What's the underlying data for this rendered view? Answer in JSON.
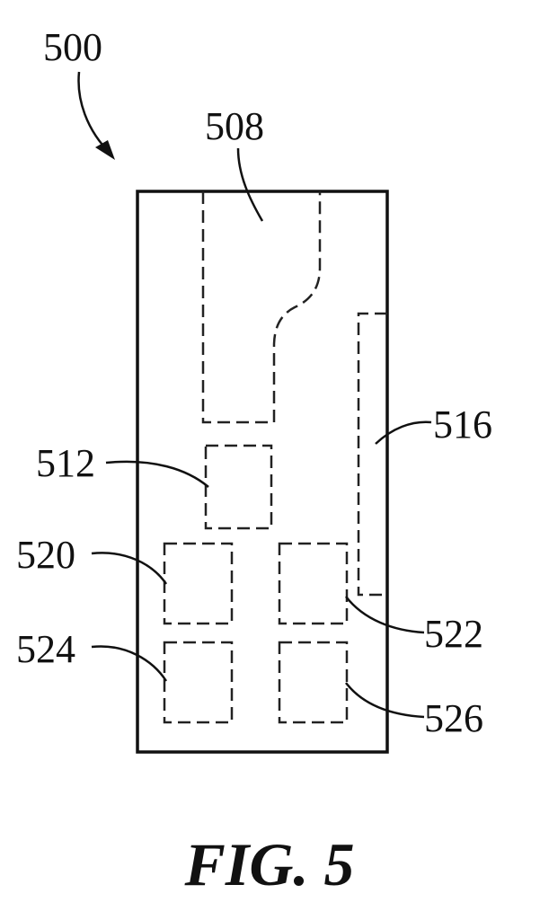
{
  "figure": {
    "caption": "FIG. 5",
    "labels": {
      "device": "500",
      "region_top": "508",
      "region_small": "512",
      "region_strip": "516",
      "block_upper_left": "520",
      "block_upper_right": "522",
      "block_lower_left": "524",
      "block_lower_right": "526"
    }
  }
}
